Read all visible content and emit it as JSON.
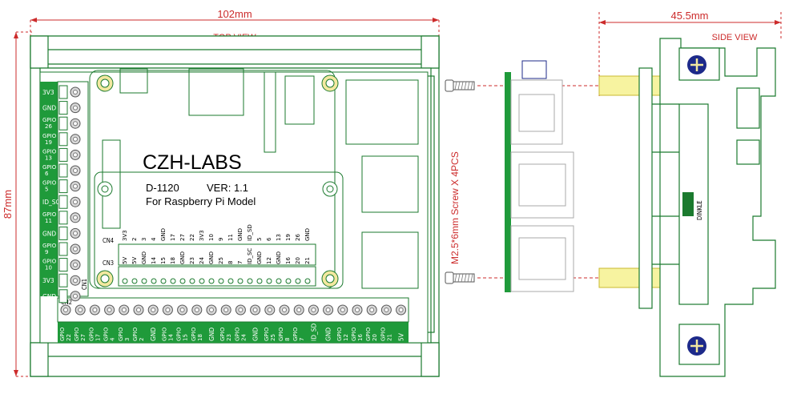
{
  "dimensions": {
    "top_width": "102mm",
    "top_label": "TOP VIEW",
    "height": "87mm",
    "side_width": "45.5mm",
    "side_label": "SIDE VIEW"
  },
  "board": {
    "brand": "CZH-LABS",
    "model": "D-1120",
    "version": "VER: 1.1",
    "subtitle": "For Raspberry Pi Model",
    "cn1": "CN1",
    "cn2": "CN2",
    "cn3": "CN3",
    "cn4": "CN4"
  },
  "left_terminals": [
    "3V3",
    "GND",
    "GPIO 26",
    "GPIO 19",
    "GPIO 13",
    "GPIO 6",
    "GPIO 5",
    "ID_SC",
    "GPIO 11",
    "GND",
    "GPIO 9",
    "GPIO 10",
    "3V3",
    "GND"
  ],
  "bottom_terminals": [
    "GPIO 22",
    "GPIO 27",
    "GPIO 17",
    "GPIO 4",
    "GPIO 3",
    "GPIO 2",
    "GND",
    "GPIO 14",
    "GPIO 15",
    "GPIO 18",
    "GND",
    "GPIO 23",
    "GPIO 24",
    "GND",
    "GPIO 25",
    "GPIO 8",
    "GPIO 7",
    "ID_SD",
    "GND",
    "GPIO 12",
    "GPIO 16",
    "GPIO 20",
    "GPIO 21",
    "5V"
  ],
  "header_row_top": [
    "3V3",
    "2",
    "3",
    "4",
    "GND",
    "17",
    "27",
    "22",
    "3V3",
    "10",
    "9",
    "11",
    "GND",
    "ID_SD",
    "5",
    "6",
    "13",
    "19",
    "26",
    "GND"
  ],
  "header_row_bottom": [
    "5V",
    "5V",
    "GND",
    "14",
    "15",
    "18",
    "GND",
    "23",
    "24",
    "GND",
    "25",
    "8",
    "7",
    "ID_SC",
    "GND",
    "12",
    "GND",
    "16",
    "20",
    "21"
  ],
  "screw_note": "M2.5*6mm Screw X 4PCS",
  "din_brand": "DINKLE",
  "colors": {
    "board": "#1f9a3a",
    "dim": "#cc2b2b",
    "rail": "#d4d4d4",
    "spacer": "#f7f3a0",
    "screw": "#1d2a8a"
  }
}
